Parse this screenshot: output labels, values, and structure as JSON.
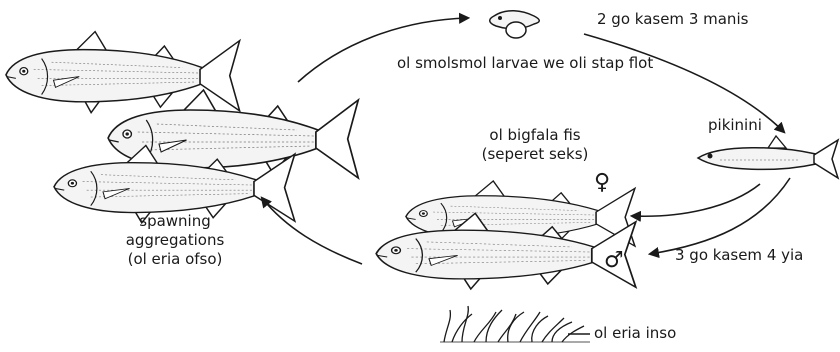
{
  "labels": {
    "larvae": "ol smolsmol larvae we oli stap flot",
    "duration_larvae": "2 go kasem 3 manis",
    "juvenile": "pikinini",
    "adults_line1": "ol bigfala fis",
    "adults_line2": "(seperet seks)",
    "duration_adult": "3 go kasem 4 yia",
    "spawning_line1": "spawning",
    "spawning_line2": "aggregations",
    "spawning_line3": "(ol eria ofso)",
    "inshore": "ol eria inso"
  },
  "symbols": {
    "female": "♀",
    "male": "♂"
  },
  "colors": {
    "ink": "#1a1a1a",
    "fish_fill": "#f4f4f4",
    "background": "#ffffff"
  }
}
